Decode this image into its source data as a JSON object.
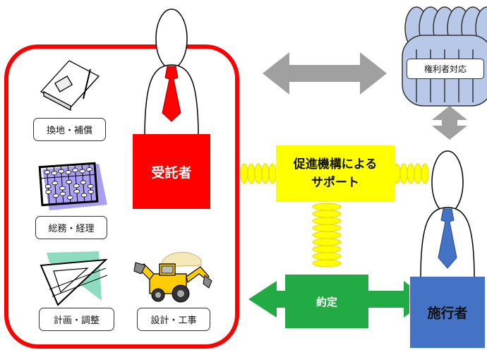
{
  "labels": {
    "kanchi": "換地・補償",
    "somu": "総務・経理",
    "keikaku": "計画・調整",
    "sekkei": "設計・工事",
    "jutakusha": "受託者",
    "kenrisha": "権利者対応",
    "sokushin_line1": "促進機構による",
    "sokushin_line2": "サポート",
    "yakutei": "約定",
    "sekosha": "施行者"
  },
  "colors": {
    "red": "#ff0000",
    "yellow": "#ffff00",
    "green": "#22aa44",
    "blue": "#4472c4",
    "gray": "#a0a0a0",
    "lavender": "#b8c8e8"
  },
  "icons": [
    "notebook-icon",
    "abacus-icon",
    "triangle-ruler-icon",
    "excavator-icon",
    "person-icon",
    "crowd-icon"
  ]
}
